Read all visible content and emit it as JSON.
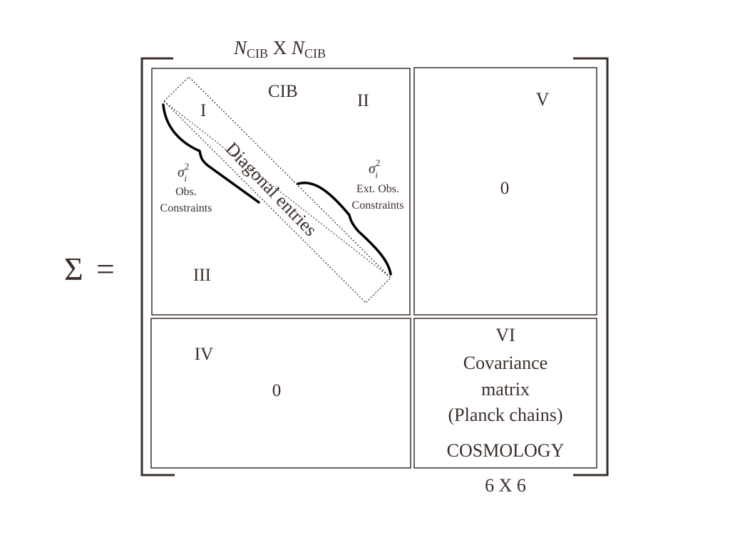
{
  "equation": {
    "lhs_symbol": "Σ",
    "equals": "="
  },
  "top_label": {
    "n_symbol_1": "N",
    "subscript_1": "CIB",
    "times": " X ",
    "n_symbol_2": "N",
    "subscript_2": "CIB"
  },
  "bottom_label": "6 X 6",
  "blocks": {
    "cib": {
      "title": "CIB",
      "region_i": "I",
      "region_ii": "II",
      "region_iii": "III",
      "diagonal_label": "Diagonal entries",
      "left_brace": {
        "sigma": "σ",
        "sub": "i",
        "sup": "2",
        "line1": "Obs.",
        "line2": "Constraints"
      },
      "right_brace": {
        "sigma": "σ",
        "sub": "i",
        "sup": "2",
        "line1": "Ext. Obs.",
        "line2": "Constraints"
      }
    },
    "v": {
      "label": "V",
      "value": "0"
    },
    "iv": {
      "label": "IV",
      "value": "0"
    },
    "vi": {
      "label": "VI",
      "line1": "Covariance",
      "line2": "matrix",
      "line3": "(Planck chains)",
      "line4": "COSMOLOGY"
    }
  },
  "colors": {
    "ink": "#3a2e2a",
    "brace": "#000000",
    "dotted": "#444444"
  }
}
